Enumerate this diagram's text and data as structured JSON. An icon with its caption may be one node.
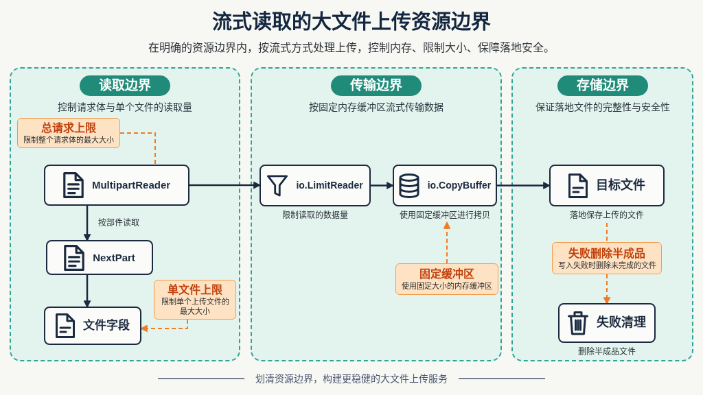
{
  "diagram": {
    "title": "流式读取的大文件上传资源边界",
    "caption": "划清资源边界，构建更稳健的大文件上传服务",
    "nodes": [
      {
        "text": [
          "读取边界",
          "控制请求体与单个文件的读取量"
        ]
      },
      {
        "text": [
          "总请求上限",
          "限制整个请求体的最大大小"
        ],
        "in": 0
      },
      {
        "text": [
          "MultipartReader"
        ],
        "in": 0
      },
      {
        "text": [
          "NextPart"
        ],
        "in": 0
      },
      {
        "text": [
          "单文件上限",
          "限制单个上传文件的最大大小"
        ],
        "in": 0
      },
      {
        "text": [
          "文件字段"
        ],
        "in": 0
      },
      {
        "text": [
          "传输边界",
          "按固定内存缓冲区流式传输数据"
        ]
      },
      {
        "text": [
          "io.LimitReader"
        ],
        "beside": [
          "限制读取的数据量"
        ],
        "in": 6
      },
      {
        "text": [
          "io.CopyBuffer"
        ],
        "beside": [
          "使用固定缓冲区进行拷贝"
        ],
        "in": 6
      },
      {
        "text": [
          "固定缓冲区",
          "使用固定大小的内存缓冲区"
        ],
        "in": 6
      },
      {
        "text": [
          "存储边界",
          "保证落地文件的完整性与安全性"
        ]
      },
      {
        "text": [
          "目标文件"
        ],
        "beside": [
          "落地保存上传的文件"
        ],
        "in": 10
      },
      {
        "text": [
          "失败删除半成品",
          "写入失败时删除未完成的文件"
        ],
        "in": 10
      },
      {
        "text": [
          "失败清理"
        ],
        "beside": [
          "删除半成品文件"
        ],
        "in": 10
      }
    ],
    "edges": [
      {
        "from": 1,
        "to": 2,
        "arrow": "none",
        "style": "dashed",
        "color": "#f07b23"
      },
      {
        "from": 2,
        "to": 3,
        "arrow": "to",
        "label": "按部件读取",
        "color": "#1b2a3f"
      },
      {
        "from": 3,
        "to": 5,
        "arrow": "to",
        "color": "#1b2a3f"
      },
      {
        "from": 4,
        "to": 5,
        "arrow": "to",
        "style": "dashed",
        "color": "#f07b23"
      },
      {
        "from": 2,
        "to": 7,
        "arrow": "to",
        "color": "#1b2a3f"
      },
      {
        "from": 7,
        "to": 8,
        "arrow": "to",
        "color": "#1b2a3f"
      },
      {
        "from": 8,
        "to": 11,
        "arrow": "to",
        "color": "#1b2a3f"
      },
      {
        "from": 9,
        "to": 8,
        "arrow": "to",
        "style": "dashed",
        "color": "#f07b23"
      },
      {
        "from": 11,
        "to": 12,
        "arrow": "none",
        "style": "dashed",
        "color": "#f07b23"
      },
      {
        "from": 12,
        "to": 13,
        "arrow": "to",
        "style": "dashed",
        "color": "#f07b23"
      }
    ],
    "labels": [
      "在明确的资源边界内，按流式方式处理上传，控制内存、限制大小、保障落地安全。"
    ]
  }
}
